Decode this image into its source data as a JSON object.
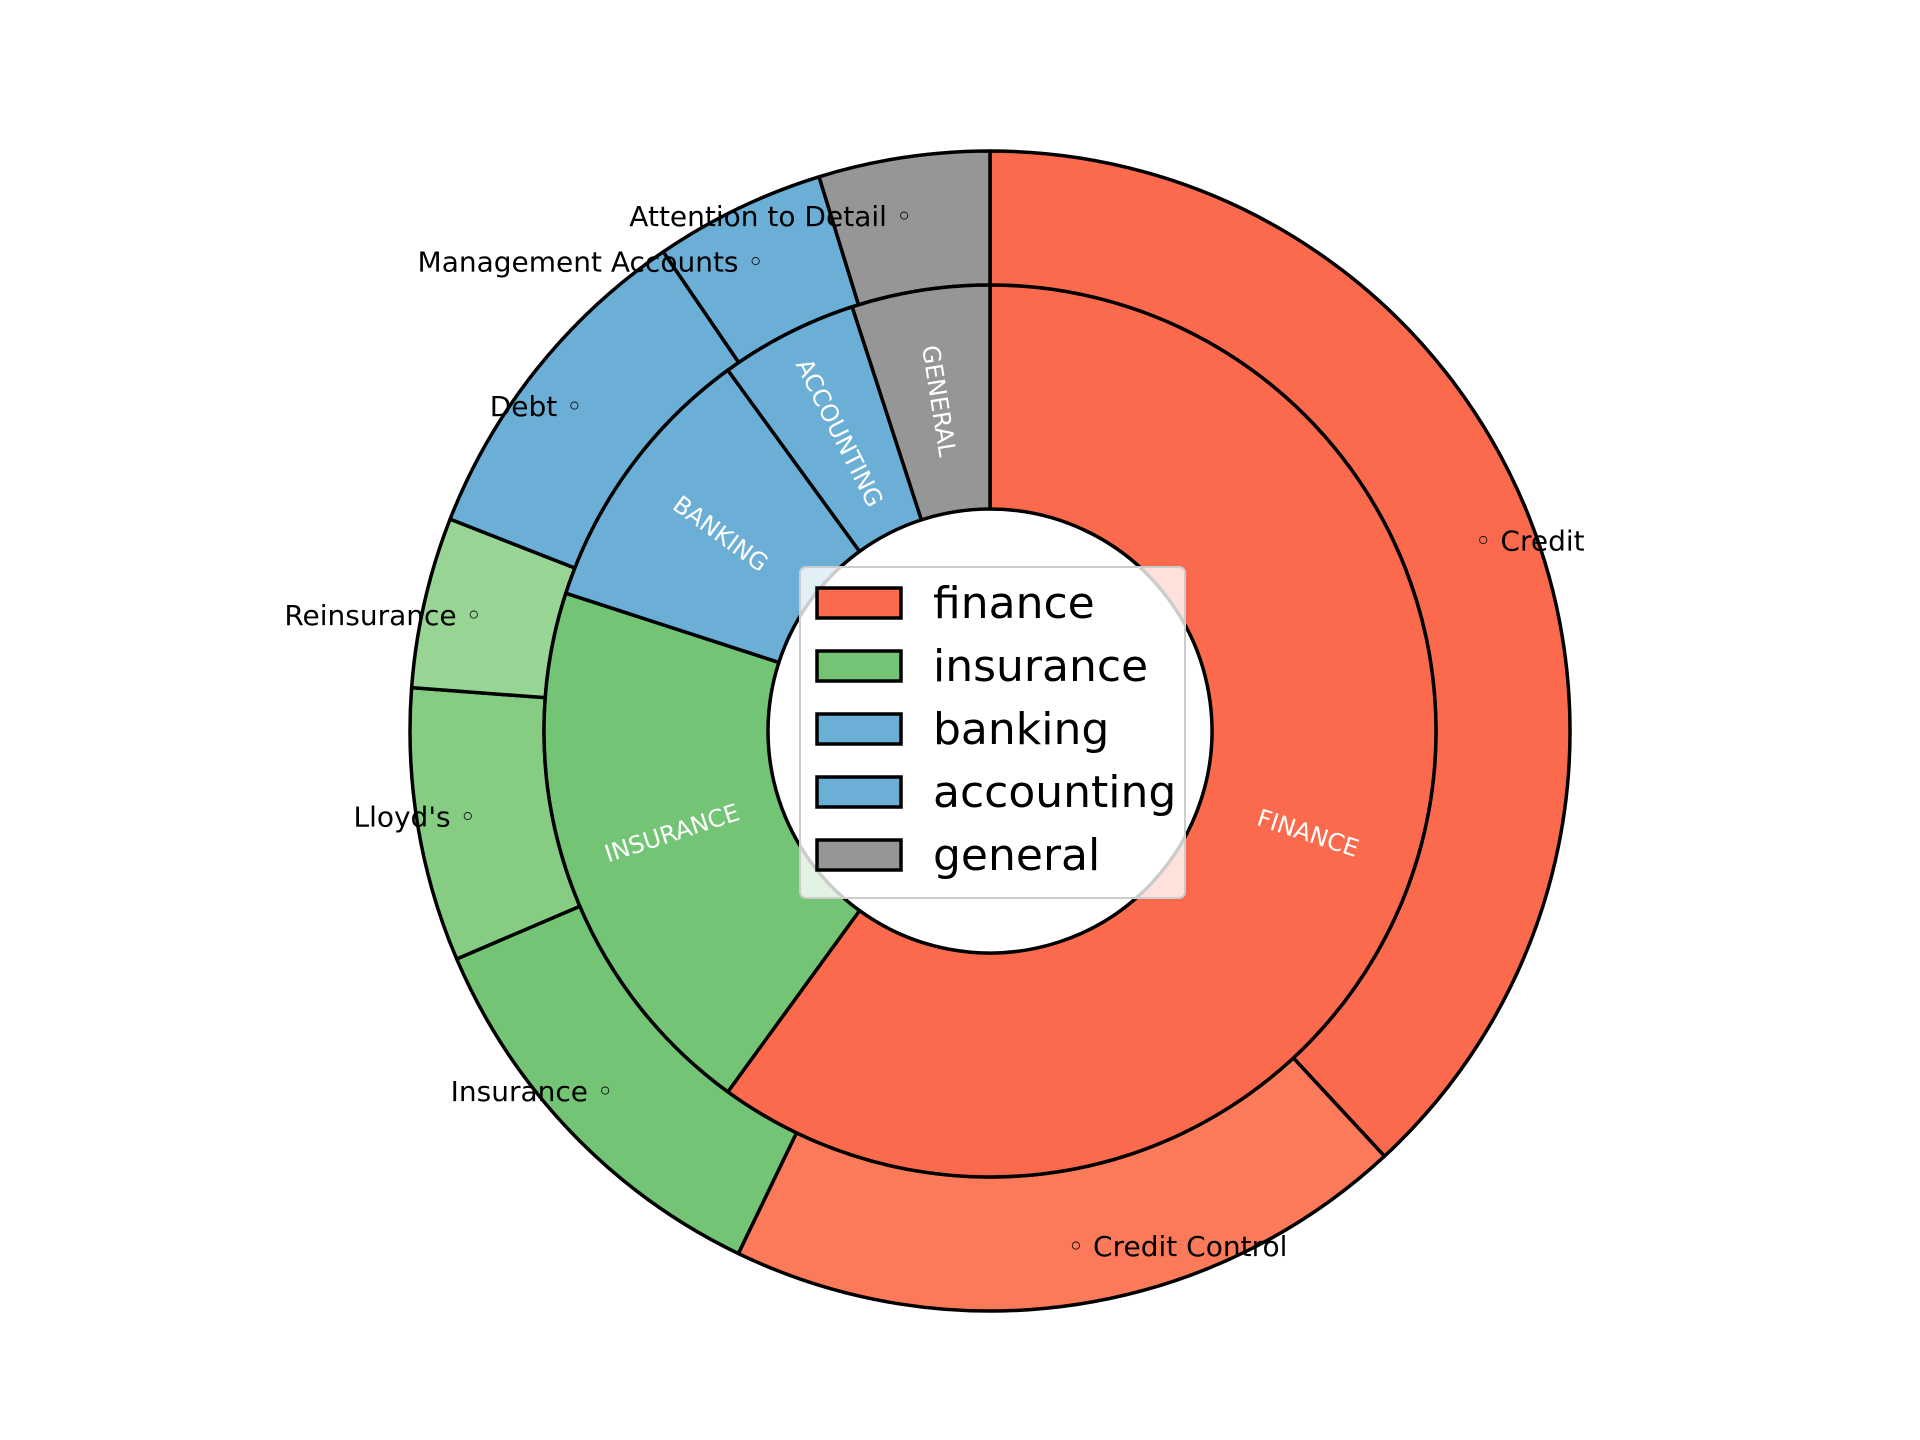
{
  "chart_data": {
    "type": "pie",
    "style": "nested-donut",
    "inner_ring": [
      {
        "label": "FINANCE",
        "value": 60,
        "color": "#fc6a4d"
      },
      {
        "label": "INSURANCE",
        "value": 20,
        "color": "#74c476"
      },
      {
        "label": "BANKING",
        "value": 10,
        "color": "#6baed6"
      },
      {
        "label": "ACCOUNTING",
        "value": 5,
        "color": "#6baed6"
      },
      {
        "label": "GENERAL",
        "value": 5,
        "color": "#969696"
      }
    ],
    "outer_ring": [
      {
        "label": "Credit",
        "value": 40,
        "color": "#fc6a4d"
      },
      {
        "label": "Credit Control",
        "value": 20,
        "color": "#fb7a59"
      },
      {
        "label": "Insurance",
        "value": 12,
        "color": "#74c476"
      },
      {
        "label": "Lloyd's",
        "value": 8,
        "color": "#86cc83"
      },
      {
        "label": "Reinsurance",
        "value": 5,
        "color": "#98d594"
      },
      {
        "label": "Debt",
        "value": 10,
        "color": "#6baed6"
      },
      {
        "label": "Management Accounts",
        "value": 5,
        "color": "#6baed6"
      },
      {
        "label": "Attention to Detail",
        "value": 5,
        "color": "#969696"
      }
    ],
    "legend": {
      "placement": "center",
      "entries": [
        {
          "label": "finance",
          "color": "#fc6a4d"
        },
        {
          "label": "insurance",
          "color": "#74c476"
        },
        {
          "label": "banking",
          "color": "#6baed6"
        },
        {
          "label": "accounting",
          "color": "#6baed6"
        },
        {
          "label": "general",
          "color": "#969696"
        }
      ]
    },
    "start_angle": "12 o'clock",
    "direction": "clockwise"
  }
}
